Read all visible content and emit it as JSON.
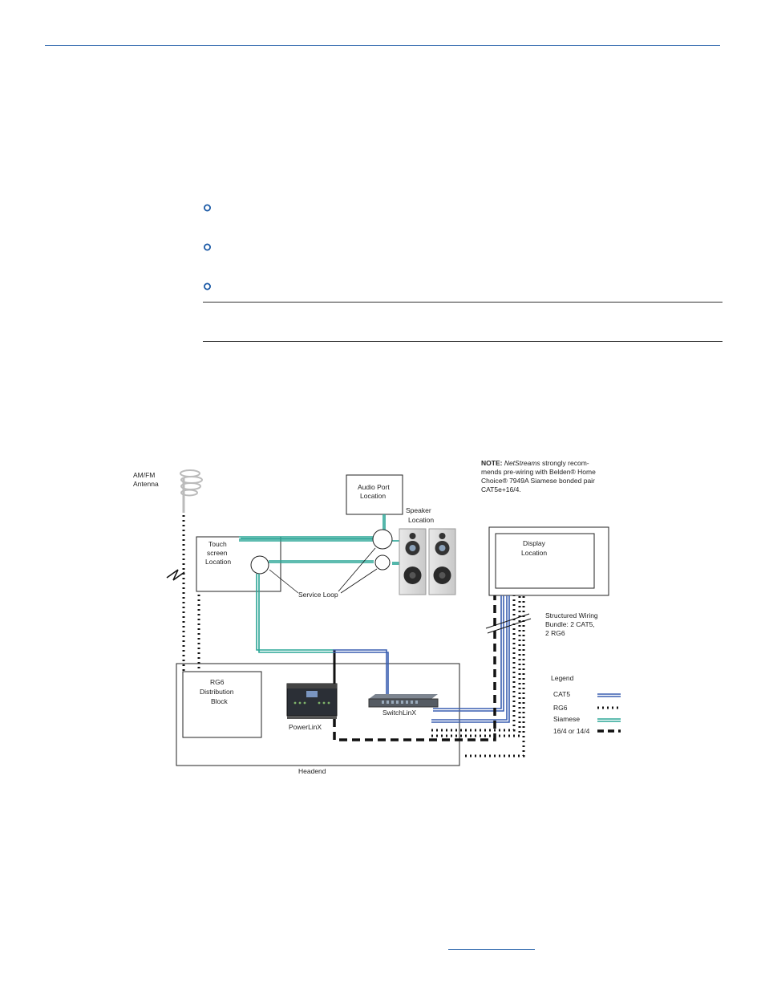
{
  "bullets": [
    {
      "text": ""
    },
    {
      "text": ""
    },
    {
      "text": ""
    }
  ],
  "diagram": {
    "labels": {
      "antenna_line1": "AM/FM",
      "antenna_line2": "Antenna",
      "audio_port_line1": "Audio Port",
      "audio_port_line2": "Location",
      "speaker_line1": "Speaker",
      "speaker_line2": "Location",
      "touch_line1": "Touch",
      "touch_line2": "screen",
      "touch_line3": "Location",
      "service_loop": "Service Loop",
      "display_line1": "Display",
      "display_line2": "Location",
      "structured_line1": "Structured Wiring",
      "structured_line2": "Bundle: 2 CAT5,",
      "structured_line3": "2 RG6",
      "rg6_block_line1": "RG6",
      "rg6_block_line2": "Distribution",
      "rg6_block_line3": "Block",
      "powerlinx": "PowerLinX",
      "switchlinx": "SwitchLinX",
      "headend": "Headend"
    },
    "note": {
      "prefix": "NOTE: ",
      "brand": "NetStreams",
      "line1_rest": " strongly recom-",
      "line2": "mends pre-wiring with Belden® Home",
      "line3": "Choice® 7949A Siamese bonded pair",
      "line4": "CAT5e+16/4."
    },
    "legend": {
      "title": "Legend",
      "items": [
        {
          "label": "CAT5",
          "color": "#3a5fb0"
        },
        {
          "label": "RG6",
          "color": "#111111"
        },
        {
          "label": "Siamese",
          "color": "#2aa596"
        },
        {
          "label": "16/4 or 14/4",
          "color": "#111111"
        }
      ]
    }
  },
  "colors": {
    "accent": "#1c5aa6",
    "cat5": "#3a5fb0",
    "siamese": "#2aa596"
  }
}
